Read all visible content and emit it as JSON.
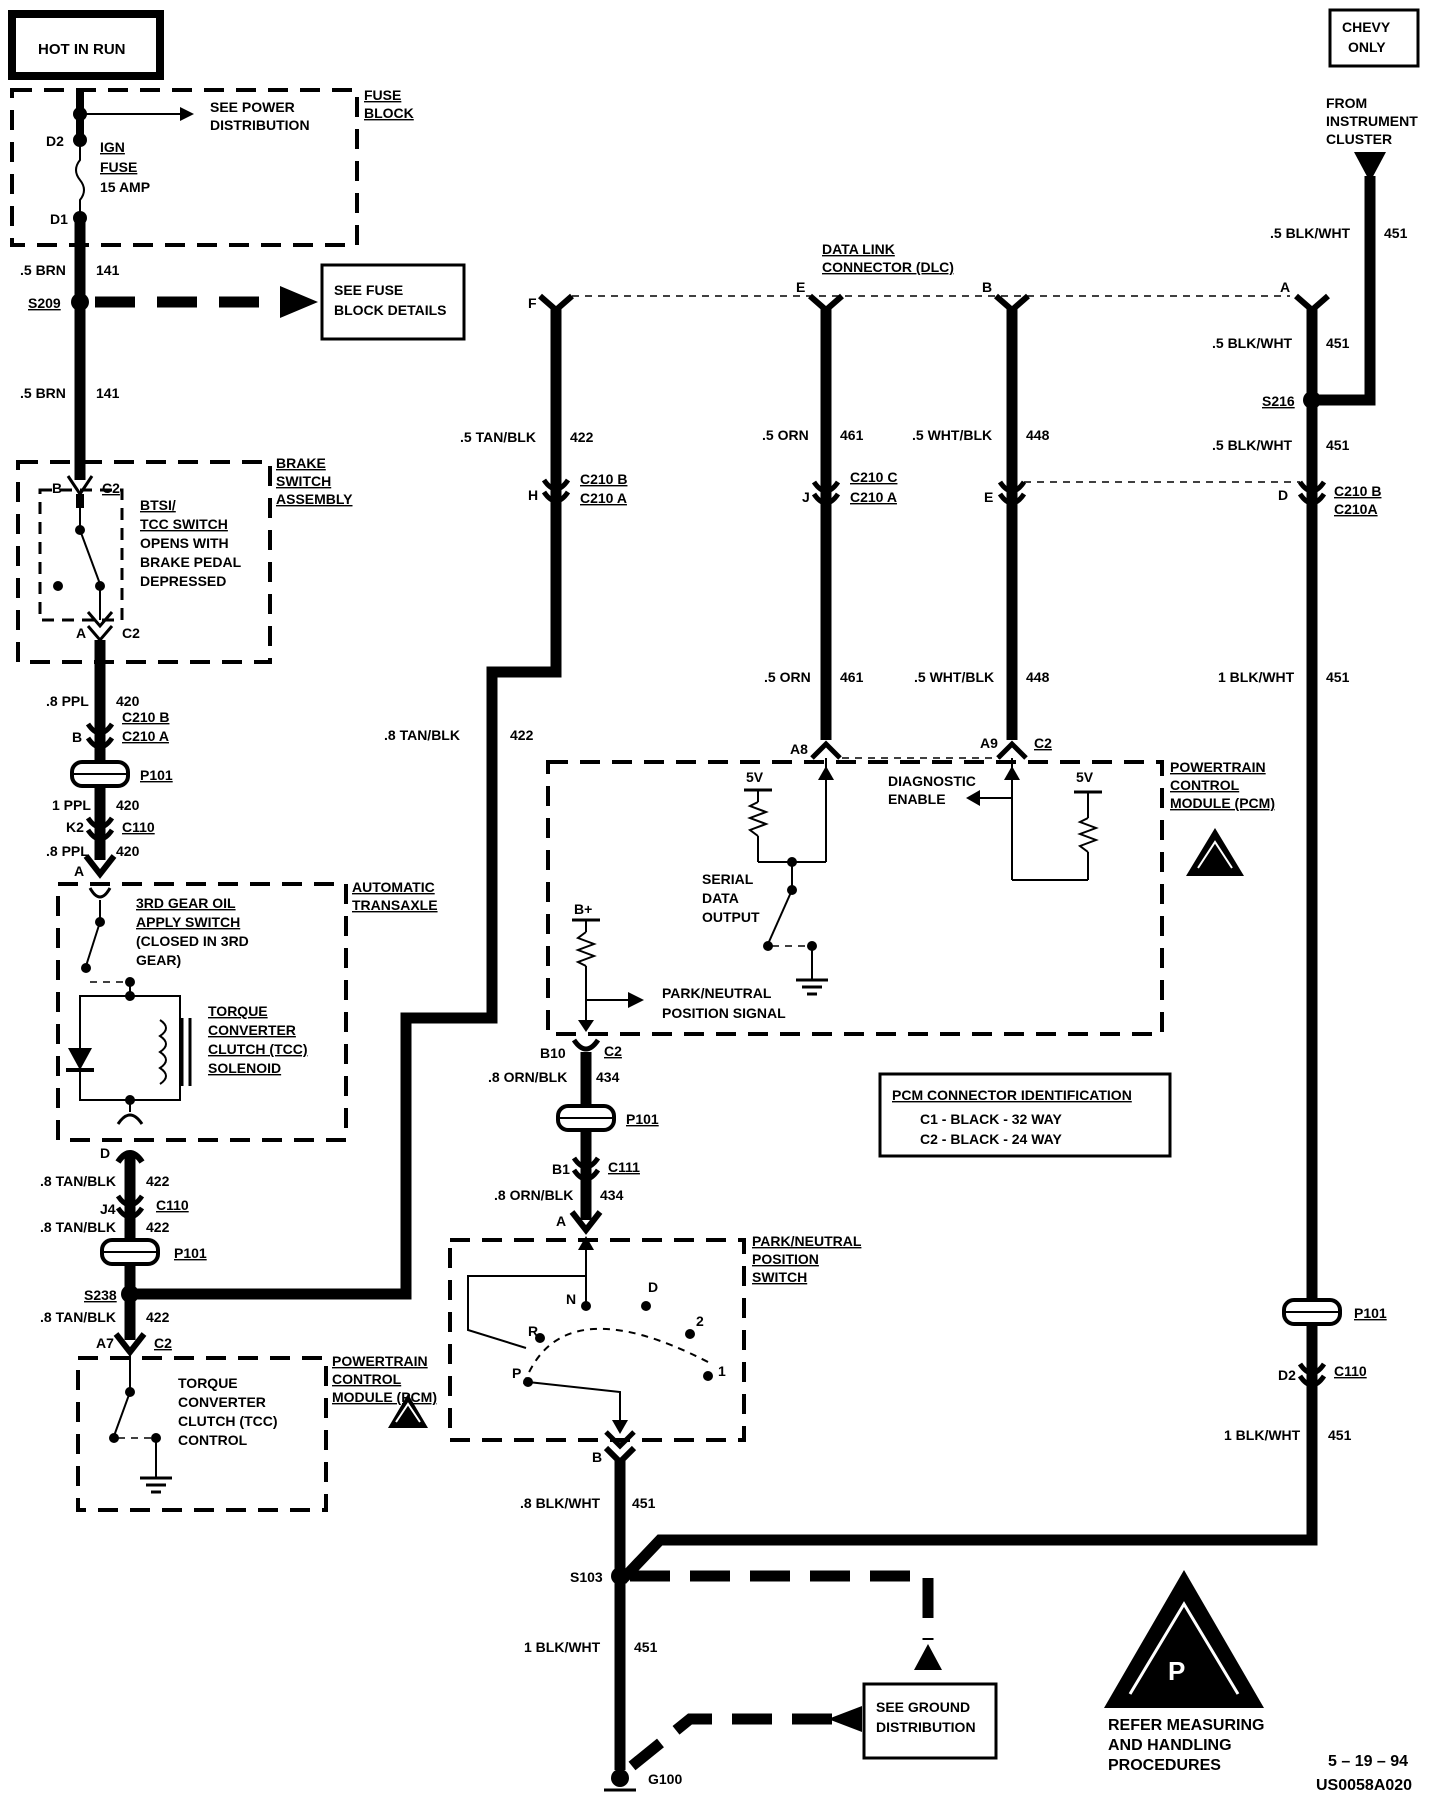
{
  "header": {
    "hot_in_run": "HOT IN RUN",
    "chevy_only": [
      "CHEVY",
      "ONLY"
    ],
    "from_cluster": [
      "FROM",
      "INSTRUMENT",
      "CLUSTER"
    ]
  },
  "fuse_block": {
    "label": [
      "FUSE",
      "BLOCK"
    ],
    "see_power": [
      "SEE  POWER",
      "DISTRIBUTION"
    ],
    "d2": "D2",
    "d1": "D1",
    "fuse": [
      "IGN",
      "FUSE",
      "15 AMP"
    ]
  },
  "wires_left": {
    "brn_141_a": {
      "gauge": ".5 BRN",
      "circuit": "141"
    },
    "s209": "S209",
    "see_fuse_details": [
      "SEE FUSE",
      "BLOCK DETAILS"
    ],
    "brn_141_b": {
      "gauge": ".5 BRN",
      "circuit": "141"
    },
    "ppl_420_a": {
      "gauge": ".8 PPL",
      "circuit": "420"
    },
    "ppl_420_b": {
      "gauge": "1 PPL",
      "circuit": "420"
    },
    "ppl_420_c": {
      "gauge": ".8 PPL",
      "circuit": "420"
    },
    "tan_422_a": {
      "gauge": ".8 TAN/BLK",
      "circuit": "422"
    },
    "tan_422_b": {
      "gauge": ".8 TAN/BLK",
      "circuit": "422"
    },
    "tan_422_c": {
      "gauge": ".8 TAN/BLK",
      "circuit": "422"
    },
    "s238": "S238"
  },
  "brake_switch": {
    "label": [
      "BRAKE",
      "SWITCH",
      "ASSEMBLY"
    ],
    "b": "B",
    "c2_top": "C2",
    "a": "A",
    "c2_bot": "C2",
    "desc": [
      "BTSI/",
      "TCC SWITCH",
      "OPENS WITH",
      "BRAKE PEDAL",
      "DEPRESSED"
    ]
  },
  "connectors_left": {
    "pin_b": "B",
    "c210b": "C210  B",
    "c210a": "C210  A",
    "p101_1": "P101",
    "k2": "K2",
    "c110_1": "C110",
    "pin_a": "A",
    "pin_d": "D",
    "j4": "J4",
    "c110_2": "C110",
    "p101_2": "P101",
    "a7": "A7",
    "c2": "C2"
  },
  "transaxle": {
    "label": [
      "AUTOMATIC",
      "TRANSAXLE"
    ],
    "switch": [
      "3RD GEAR OIL",
      "APPLY SWITCH",
      "(CLOSED IN 3RD",
      "GEAR)"
    ],
    "solenoid": [
      "TORQUE",
      "CONVERTER",
      "CLUTCH (TCC)",
      "SOLENOID"
    ]
  },
  "pcm_lower": {
    "label": [
      "POWERTRAIN",
      "CONTROL",
      "MODULE (PCM)"
    ],
    "desc": [
      "TORQUE",
      "CONVERTER",
      "CLUTCH (TCC)",
      "CONTROL"
    ]
  },
  "dlc": {
    "label": [
      "DATA LINK",
      "CONNECTOR (DLC)"
    ],
    "pin_f": "F",
    "pin_e": "E",
    "pin_b": "B",
    "pin_a": "A"
  },
  "middle_wires": {
    "tan_422_top": {
      "gauge": ".5 TAN/BLK",
      "circuit": "422"
    },
    "tan_422_long": {
      "gauge": ".8  TAN/BLK",
      "circuit": "422"
    },
    "h": "H",
    "c210b_h": "C210  B",
    "c210a_h": "C210  A",
    "orn_461_a": {
      "gauge": ".5 ORN",
      "circuit": "461"
    },
    "j": "J",
    "c210c": "C210  C",
    "c210a_j": "C210 A",
    "orn_461_b": {
      "gauge": ".5 ORN",
      "circuit": "461"
    },
    "wht_448_a": {
      "gauge": ".5 WHT/BLK",
      "circuit": "448"
    },
    "e": "E",
    "wht_448_b": {
      "gauge": ".5 WHT/BLK",
      "circuit": "448"
    },
    "blkwht_451_top": {
      "gauge": ".5 BLK/WHT",
      "circuit": "451"
    },
    "blkwht_451_a": {
      "gauge": ".5 BLK/WHT",
      "circuit": "451"
    },
    "s216": "S216",
    "blkwht_451_b": {
      "gauge": ".5 BLK/WHT",
      "circuit": "451"
    },
    "d": "D",
    "c210b_d": "C210 B",
    "c210a_d": "C210A",
    "blkwht_451_c": {
      "gauge": "1 BLK/WHT",
      "circuit": "451"
    },
    "p101_r": "P101",
    "d2": "D2",
    "c110_r": "C110",
    "blkwht_451_d": {
      "gauge": "1 BLK/WHT",
      "circuit": "451"
    }
  },
  "pcm_upper": {
    "label": [
      "POWERTRAIN",
      "CONTROL",
      "MODULE (PCM)"
    ],
    "a8": "A8",
    "a9": "A9",
    "c2": "C2",
    "v5_left": "5V",
    "v5_right": "5V",
    "diag": [
      "DIAGNOSTIC",
      "ENABLE"
    ],
    "serial": [
      "SERIAL",
      "DATA",
      "OUTPUT"
    ],
    "bplus": "B+",
    "pn_signal": [
      "PARK/NEUTRAL",
      "POSITION  SIGNAL"
    ],
    "b10": "B10",
    "c2_b10": "C2"
  },
  "connector_id": {
    "title": "PCM CONNECTOR IDENTIFICATION",
    "row1": "C1   -   BLACK    -  32 WAY",
    "row2": "C2   -   BLACK    -  24 WAY"
  },
  "pn_path": {
    "orn_434_a": {
      "gauge": ".8 ORN/BLK",
      "circuit": "434"
    },
    "p101": "P101",
    "b1": "B1",
    "c111": "C111",
    "orn_434_b": {
      "gauge": ".8 ORN/BLK",
      "circuit": "434"
    },
    "pin_a": "A",
    "switch_label": [
      "PARK/NEUTRAL",
      "POSITION",
      "SWITCH"
    ],
    "positions": {
      "n": "N",
      "d": "D",
      "r": "R",
      "two": "2",
      "p": "P",
      "one": "1"
    },
    "pin_b": "B",
    "blkwht_451": {
      "gauge": ".8 BLK/WHT",
      "circuit": "451"
    }
  },
  "ground": {
    "s103": "S103",
    "blkwht_451": {
      "gauge": "1 BLK/WHT",
      "circuit": "451"
    },
    "g100": "G100",
    "see_ground": [
      "SEE GROUND",
      "DISTRIBUTION"
    ]
  },
  "footer": {
    "esd_text": [
      "REFER MEASURING",
      "AND HANDLING",
      "PROCEDURES"
    ],
    "date": "5 – 19 – 94",
    "code": "US0058A020"
  }
}
